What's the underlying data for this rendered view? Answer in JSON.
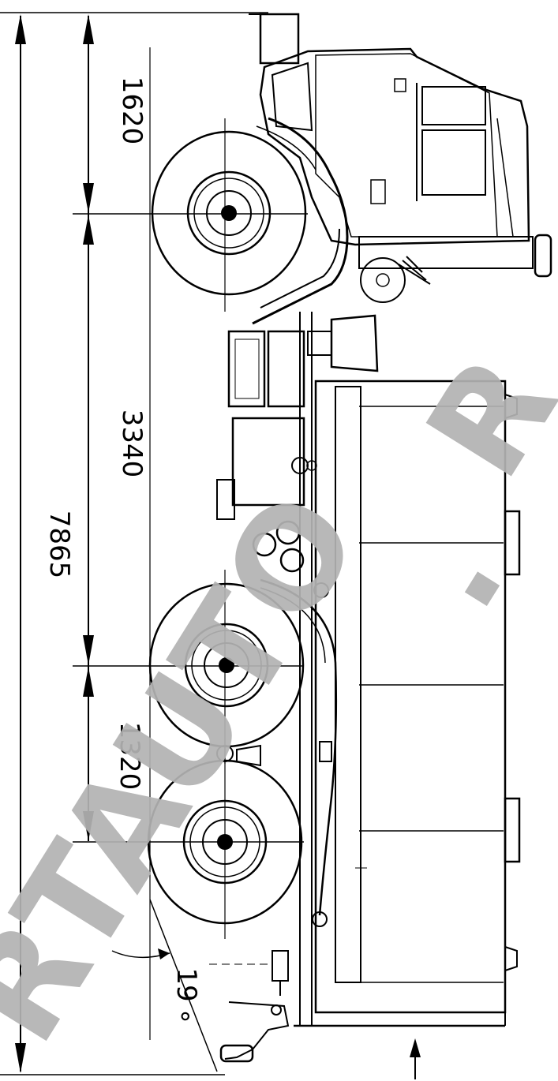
{
  "dimensions": {
    "front_overhang": "1620",
    "wheelbase": "3340",
    "bogie": "1320",
    "overall_length": "7865",
    "departure_angle": "19",
    "degree_symbol": "°"
  },
  "watermark": {
    "text_lower": "RTAUTO",
    "dot": ".",
    "text_upper": "R",
    "color": "#b3b3b3"
  }
}
